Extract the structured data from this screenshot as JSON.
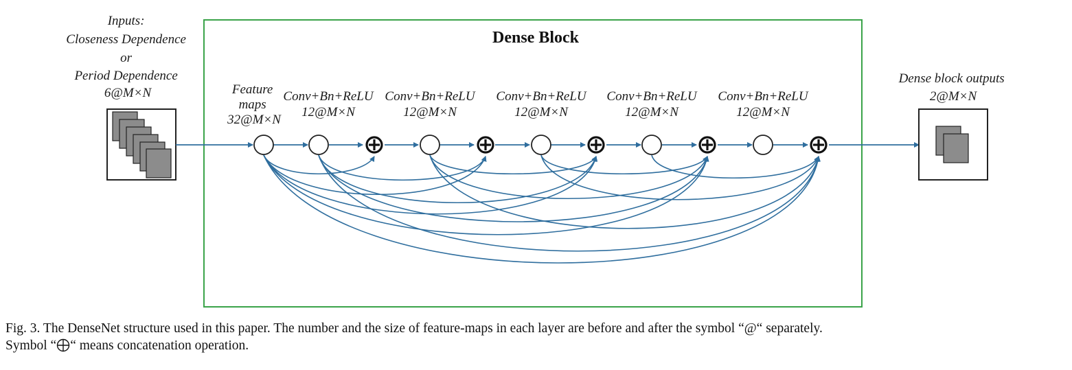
{
  "diagram": {
    "title": "Dense Block",
    "inputs_label": [
      "Inputs:",
      "Closeness Dependence",
      "or",
      "Period Dependence",
      "6@M×N"
    ],
    "feature_maps_label": [
      "Feature",
      "maps",
      "32@M×N"
    ],
    "layers": [
      {
        "op": "Conv+Bn+ReLU",
        "size": "12@M×N"
      },
      {
        "op": "Conv+Bn+ReLU",
        "size": "12@M×N"
      },
      {
        "op": "Conv+Bn+ReLU",
        "size": "12@M×N"
      },
      {
        "op": "Conv+Bn+ReLU",
        "size": "12@M×N"
      },
      {
        "op": "Conv+Bn+ReLU",
        "size": "12@M×N"
      }
    ],
    "outputs_label": [
      "Dense block outputs",
      "2@M×N"
    ],
    "colors": {
      "block_border": "#3aa349",
      "arrow": "#2f6e9e",
      "node": "#222222"
    }
  },
  "caption": {
    "line1": "Fig. 3.  The DenseNet structure used in this paper. The number and the size of feature-maps in each layer are before and after the symbol “@“ separately.",
    "line2_pre": "Symbol “",
    "line2_post": "“ means concatenation operation."
  }
}
